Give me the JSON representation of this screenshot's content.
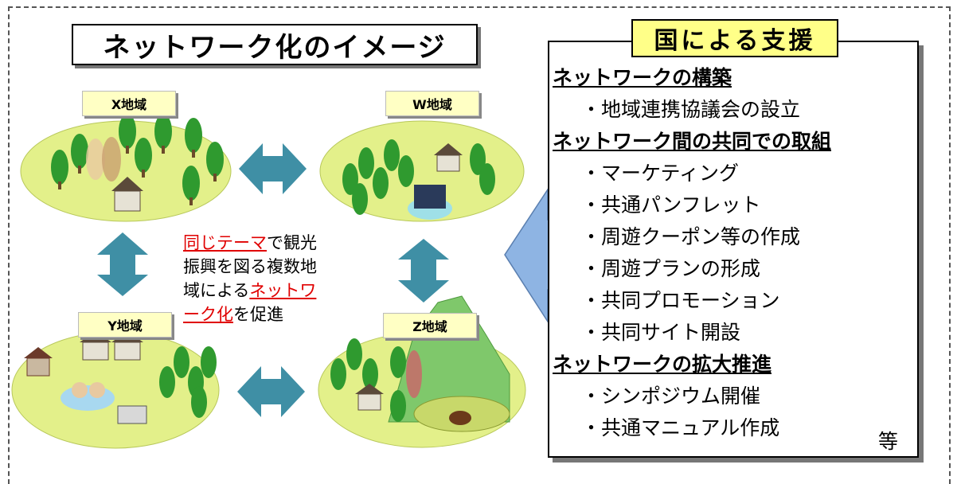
{
  "title": "ネットワーク化のイメージ",
  "regions": {
    "x": "X地域",
    "w": "W地域",
    "y": "Y地域",
    "z": "Z地域"
  },
  "center_text": {
    "lines": [
      {
        "red": "同じテーマ",
        "black": "で観光"
      },
      {
        "red": "",
        "black": "振興を図る複数地"
      },
      {
        "red": "ネットワ",
        "black": "域による",
        "order": "black-red"
      },
      {
        "red": "ーク化",
        "black": "を促進",
        "order": "red-black"
      }
    ]
  },
  "support": {
    "title": "国による支援",
    "sections": [
      {
        "heading": "ネットワークの構築",
        "items": [
          "・地域連携協議会の設立"
        ]
      },
      {
        "heading": "ネットワーク間の共同での取組",
        "items": [
          "・マーケティング",
          "・共通パンフレット",
          "・周遊クーポン等の作成",
          "・周遊プランの形成",
          "・共同プロモーション",
          "・共同サイト開設"
        ]
      },
      {
        "heading": "ネットワークの拡大推進",
        "items": [
          "・シンポジウム開催",
          "・共通マニュアル作成"
        ]
      }
    ],
    "suffix": "等"
  },
  "colors": {
    "region_fill": "#e3f08a",
    "arrow_teal": "#3f8fa5",
    "support_arrow": "#8eb4e3",
    "tree_green": "#2f9a2f",
    "mountain_green": "#7fc86b",
    "label_fill": "#ffffc4",
    "accent_red": "#e00000"
  }
}
